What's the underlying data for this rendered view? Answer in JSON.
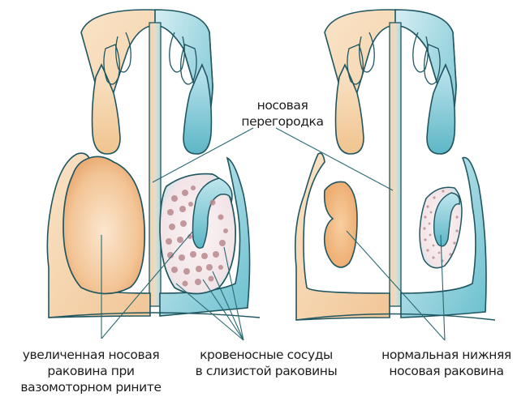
{
  "colors": {
    "outline": "#1f5660",
    "orange_light": "#f6dcb8",
    "orange_mid": "#f0c08f",
    "orange_deep": "#eba66e",
    "blue_light": "#cdebf1",
    "blue_mid": "#8fd0dc",
    "blue_deep": "#4aaabb",
    "vessel": "#b98a8e",
    "mucosa_bg": "#f7eef0",
    "leader_line": "#2a6a72"
  },
  "labels": {
    "septum": {
      "line1": "носовая",
      "line2": "перегородка"
    },
    "enlarged_concha": {
      "line1": "увеличенная носовая",
      "line2": "раковина при",
      "line3": "вазомоторном рините"
    },
    "blood_vessels": {
      "line1": "кровеносные сосуды",
      "line2": "в слизистой раковины"
    },
    "normal_concha": {
      "line1": "нормальная нижняя",
      "line2": "носовая раковина"
    }
  },
  "panels": [
    {
      "name": "vasomotor-rhinitis",
      "description": "enlarged inferior concha with dilated vessels"
    },
    {
      "name": "normal",
      "description": "normal inferior concha"
    }
  ]
}
